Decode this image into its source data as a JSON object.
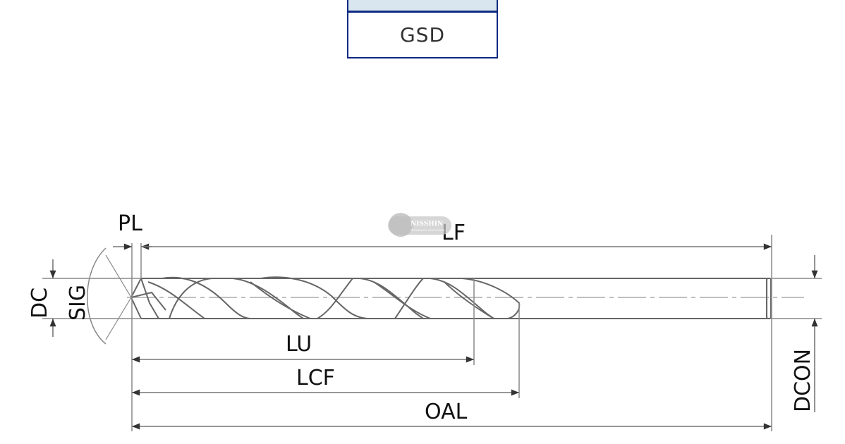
{
  "header_table": {
    "value": "GSD"
  },
  "watermark": {
    "brand": "NISSHIN",
    "tagline": "TECHNOLOGY APPLICATION"
  },
  "dimensions": {
    "pl": "PL",
    "lf": "LF",
    "dc": "DC",
    "sig": "SIG",
    "lu": "LU",
    "lcf": "LCF",
    "oal": "OAL",
    "dcon": "DCON"
  },
  "colors": {
    "table_border": "#0d2a80",
    "table_header_fill": "#d9e6ef",
    "line": "#777777",
    "text": "#111111"
  }
}
